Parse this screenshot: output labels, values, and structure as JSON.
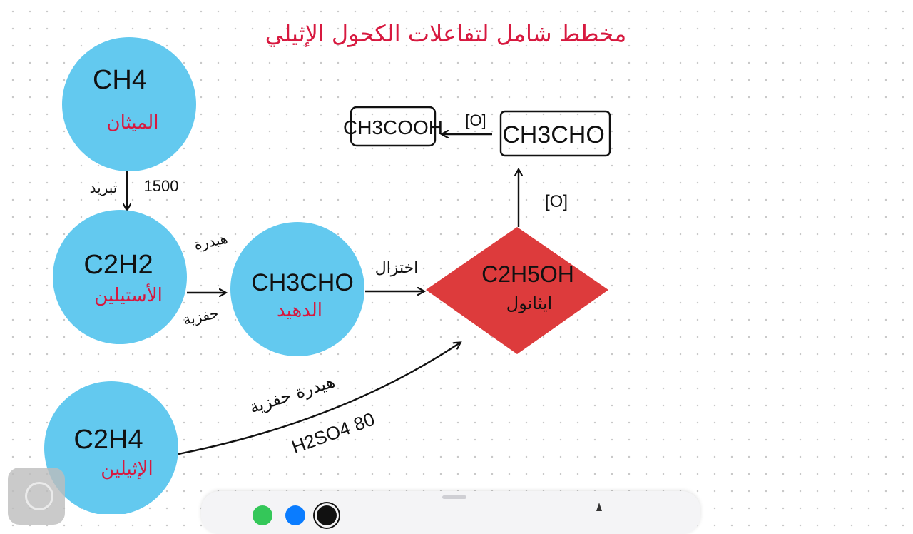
{
  "title": "مخطط شامل لتفاعلات الكحول الإثيلي",
  "nodes": {
    "methane": {
      "formula": "CH4",
      "name": "الميثان"
    },
    "acetylene": {
      "formula": "C2H2",
      "name": "الأستيلين"
    },
    "acetaldehyde_circle": {
      "formula": "CH3CHO",
      "name": "الدهيد"
    },
    "ethanol": {
      "formula": "C2H5OH",
      "name": "ايثانول"
    },
    "acetaldehyde_box": {
      "formula": "CH3CHO"
    },
    "acetic_acid": {
      "formula": "CH3COOH"
    },
    "ethylene": {
      "formula": "C2H4",
      "name": "الإثيلين"
    }
  },
  "edges": {
    "methane_acetylene": {
      "label_ar": "تبريد",
      "label_temp": "1500"
    },
    "acetylene_acetaldehyde": {
      "label_top": "هيدرة",
      "label_bottom": "حفزية"
    },
    "acetaldehyde_ethanol": {
      "label": "اختزال"
    },
    "ethanol_aldehyde": {
      "label": "[O]"
    },
    "aldehyde_acid": {
      "label": "[O]"
    },
    "ethylene_ethanol": {
      "label_top": "هيدرة حفزية",
      "label_bottom": "H2SO4 80"
    }
  },
  "colors": {
    "circle": "#63c9ef",
    "diamond": "#dd3b3c",
    "red_text": "#d7193f"
  },
  "toolbar": {
    "icons": [
      "green-color-swatch",
      "blue-color-swatch",
      "black-color-swatch",
      "pen-tool-icon"
    ]
  }
}
